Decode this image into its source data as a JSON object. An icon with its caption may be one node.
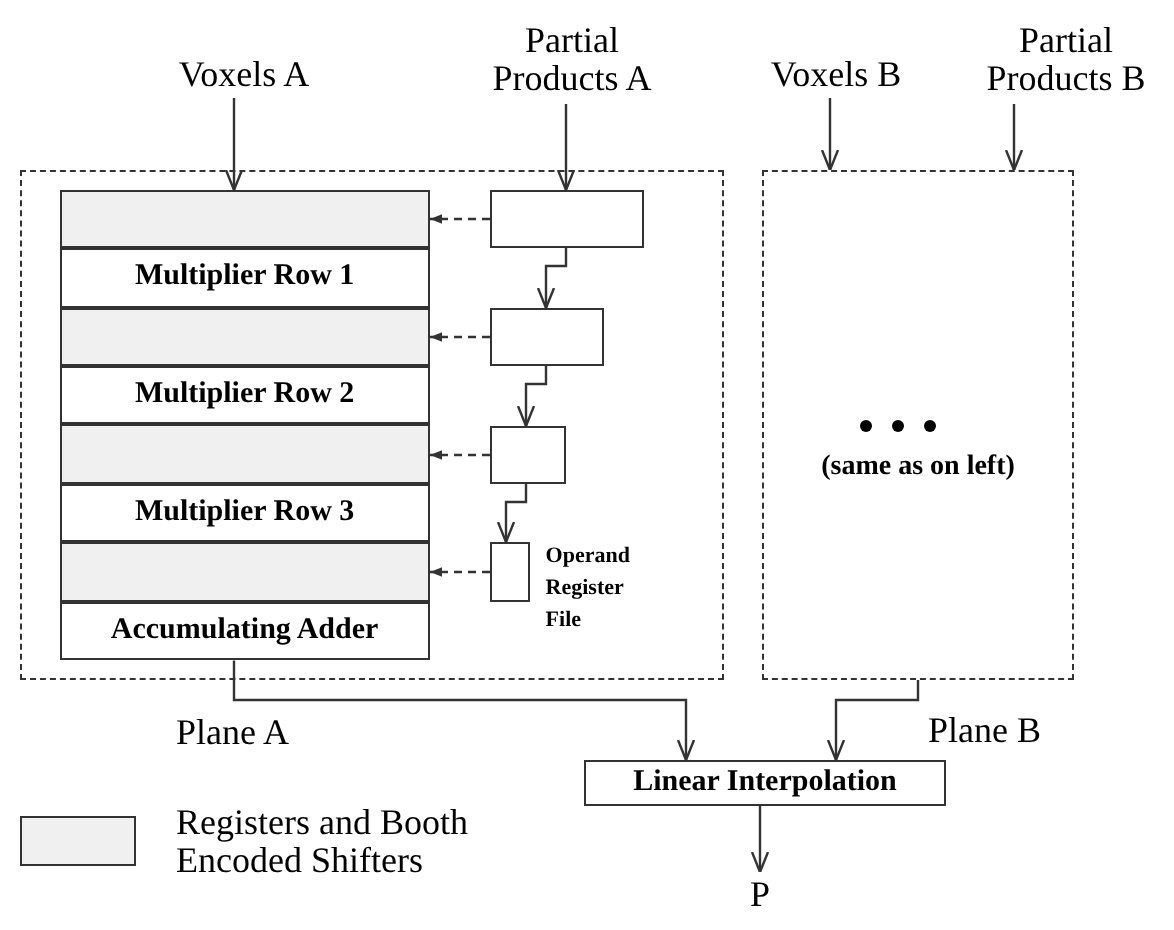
{
  "diagram": {
    "nodes": [
      {
        "text": [
          "Voxels A"
        ]
      },
      {
        "text": [
          "Partial Products A"
        ]
      },
      {
        "text": [
          "Voxels B"
        ]
      },
      {
        "text": [
          "Partial Products B"
        ]
      },
      {
        "text": [],
        "shape": "box"
      },
      {
        "text": [],
        "shape": "box",
        "in": 4
      },
      {
        "text": [
          "Multiplier Row 1"
        ],
        "in": 4
      },
      {
        "text": [],
        "shape": "box",
        "in": 4
      },
      {
        "text": [
          "Multiplier Row 2"
        ],
        "in": 4
      },
      {
        "text": [],
        "shape": "box",
        "in": 4
      },
      {
        "text": [
          "Multiplier Row 3"
        ],
        "in": 4
      },
      {
        "text": [],
        "shape": "box",
        "in": 4
      },
      {
        "text": [
          "Accumulating Adder"
        ],
        "in": 4
      },
      {
        "text": [],
        "shape": "box",
        "in": 4
      },
      {
        "text": [],
        "shape": "box",
        "in": 4
      },
      {
        "text": [],
        "shape": "box",
        "in": 4
      },
      {
        "text": [],
        "shape": "box",
        "in": 4,
        "beside": [
          "Operand Register File"
        ]
      },
      {
        "text": [
          "(same as on left)"
        ]
      },
      {
        "text": [
          "Linear Interpolation"
        ]
      },
      {
        "text": [
          "P"
        ]
      }
    ],
    "edges": [
      {
        "from": 0,
        "to": 5,
        "arrow": "to"
      },
      {
        "from": 1,
        "to": 13,
        "arrow": "to"
      },
      {
        "from": 2,
        "to": 17,
        "arrow": "to"
      },
      {
        "from": 3,
        "to": 17,
        "arrow": "to"
      },
      {
        "from": 13,
        "to": 5,
        "arrow": "to",
        "style": "dashed"
      },
      {
        "from": 13,
        "to": 14,
        "arrow": "to"
      },
      {
        "from": 14,
        "to": 7,
        "arrow": "to",
        "style": "dashed"
      },
      {
        "from": 14,
        "to": 15,
        "arrow": "to"
      },
      {
        "from": 15,
        "to": 9,
        "arrow": "to",
        "style": "dashed"
      },
      {
        "from": 15,
        "to": 16,
        "arrow": "to"
      },
      {
        "from": 16,
        "to": 11,
        "arrow": "to",
        "style": "dashed"
      },
      {
        "from": 12,
        "to": 18,
        "arrow": "to",
        "label": "Plane A"
      },
      {
        "from": 17,
        "to": 18,
        "arrow": "to",
        "label": "Plane B"
      },
      {
        "from": 18,
        "to": 19,
        "arrow": "to"
      }
    ],
    "legend": [
      {
        "text": "Registers and Booth Encoded Shifters",
        "color": "#f0f0f0"
      }
    ]
  }
}
